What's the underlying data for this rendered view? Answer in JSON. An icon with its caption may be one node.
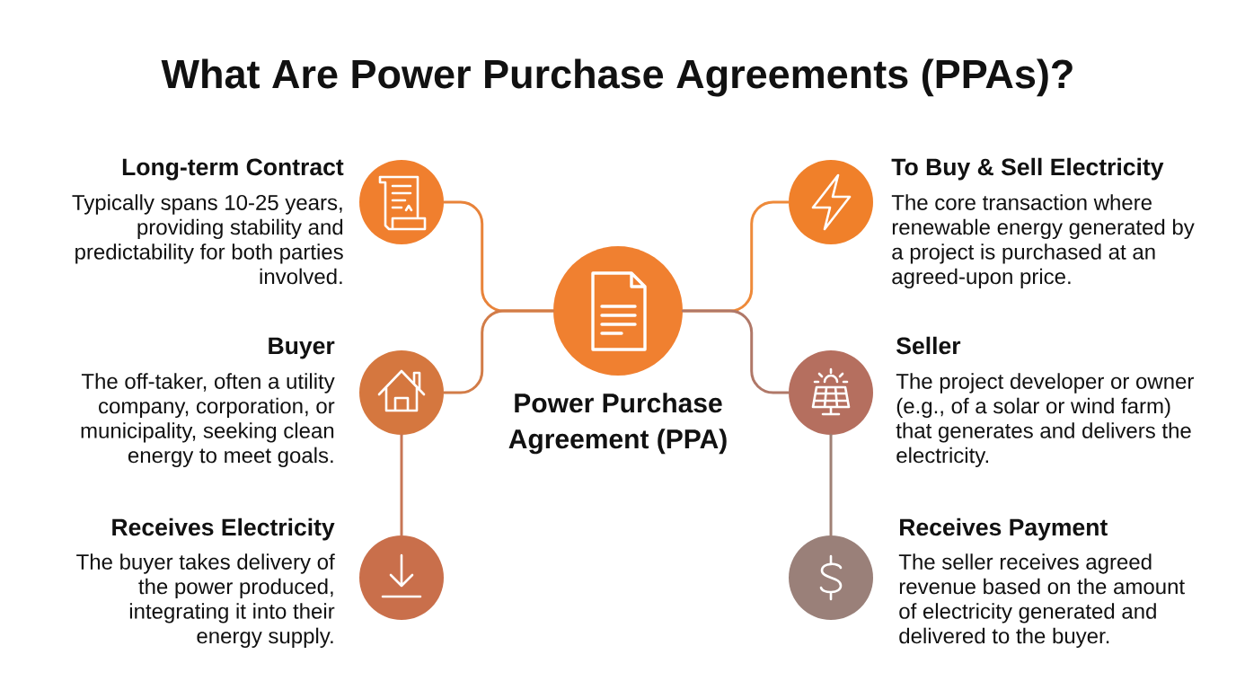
{
  "diagram": {
    "title": "What Are Power Purchase Agreements (PPAs)?",
    "nodes": [
      {
        "text": [
          "Long-term Contract",
          "Typically spans 10-25 years, providing stability and predictability for both parties involved."
        ]
      },
      {
        "text": [
          "To Buy & Sell Electricity",
          "The core transaction where renewable energy generated by a project is purchased at an agreed-upon price."
        ]
      },
      {
        "text": [
          "Power Purchase Agreement (PPA)"
        ]
      },
      {
        "text": [
          "Buyer",
          "The off-taker, often a utility company, corporation, or municipality, seeking clean energy to meet goals."
        ]
      },
      {
        "text": [
          "Seller",
          "The project developer or owner (e.g., of a solar or wind farm) that generates and delivers the electricity."
        ]
      },
      {
        "text": [
          "Receives Electricity",
          "The buyer takes delivery of the power produced, integrating it into their energy supply."
        ]
      },
      {
        "text": [
          "Receives Payment",
          "The seller receives agreed revenue based on the amount of electricity generated and delivered to the buyer."
        ]
      }
    ],
    "edges": [
      {
        "from": 2,
        "to": 0,
        "arrow": "none",
        "color": "#e8833a"
      },
      {
        "from": 2,
        "to": 1,
        "arrow": "none",
        "color": "#ee8a3a"
      },
      {
        "from": 2,
        "to": 3,
        "arrow": "none",
        "color": "#d27c48"
      },
      {
        "from": 2,
        "to": 4,
        "arrow": "none",
        "color": "#b07868"
      },
      {
        "from": 3,
        "to": 5,
        "arrow": "none",
        "color": "#c87655"
      },
      {
        "from": 4,
        "to": 6,
        "arrow": "none",
        "color": "#a08075"
      }
    ]
  }
}
